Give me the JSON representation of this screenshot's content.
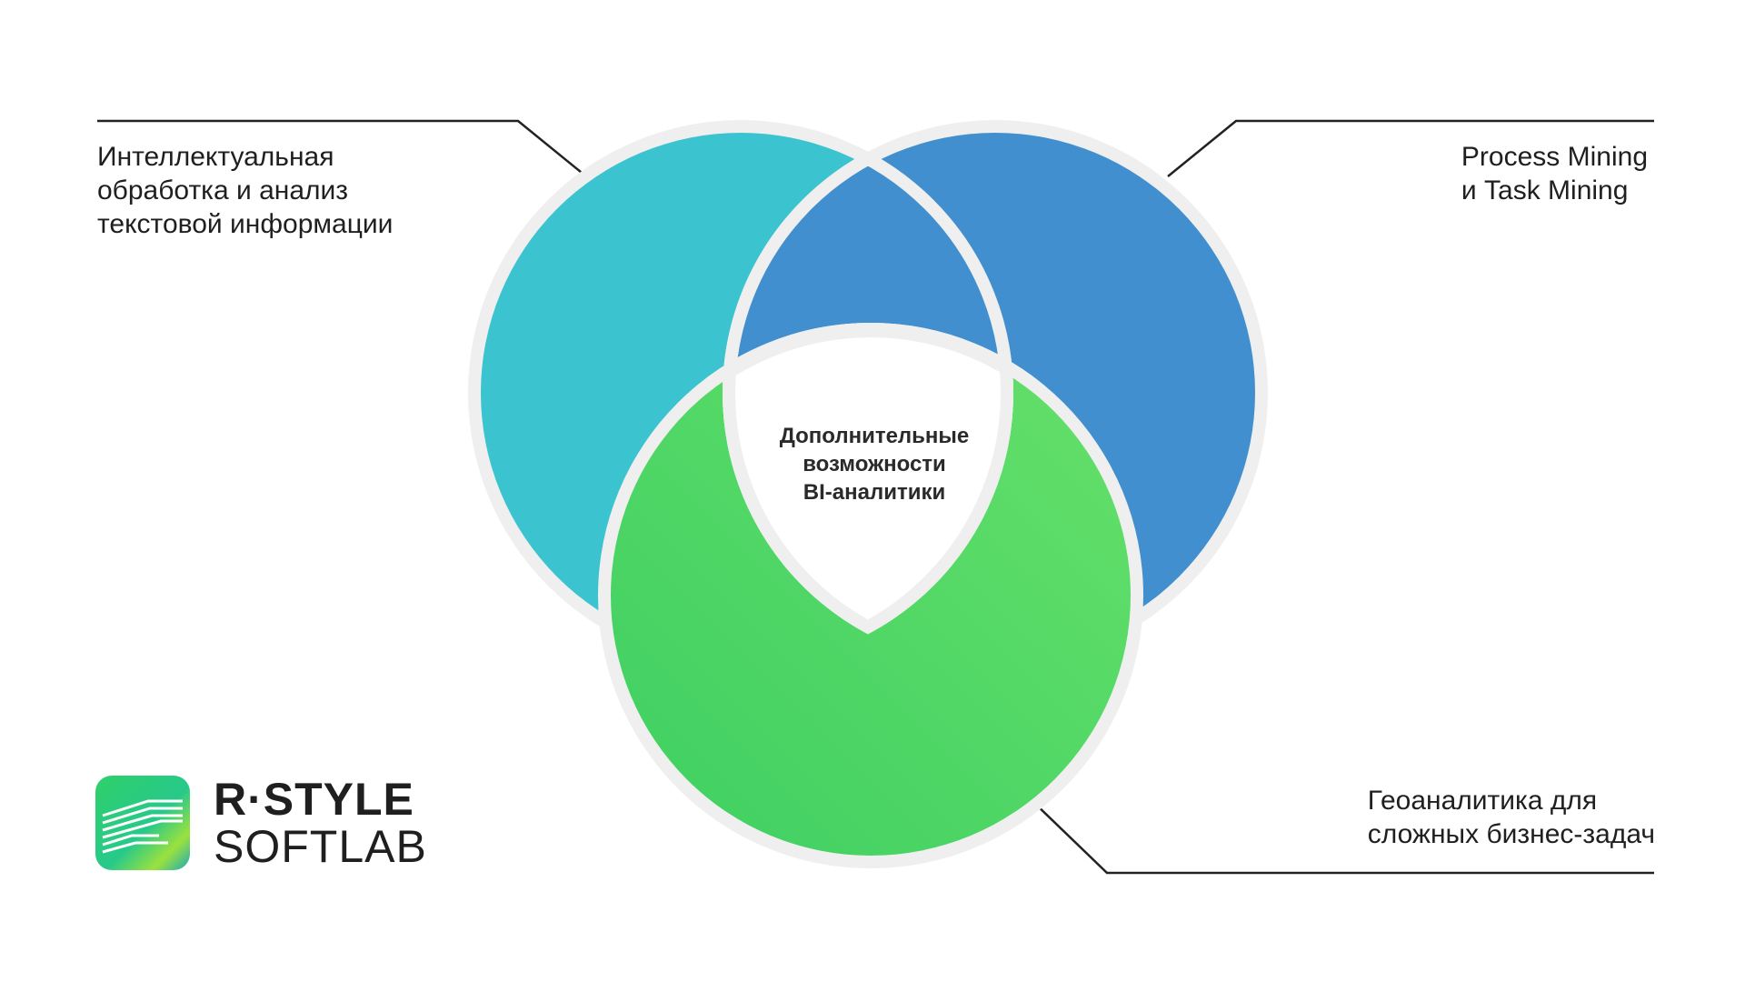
{
  "labels": {
    "left": [
      "Интеллектуальная",
      "обработка и анализ",
      "текстовой информации"
    ],
    "right": [
      "Process Mining",
      "и Task Mining"
    ],
    "bottom": [
      "Геоаналитика для",
      "сложных бизнес-задач"
    ]
  },
  "center": [
    "Дополнительные",
    "возможности",
    "BI-аналитики"
  ],
  "logo": {
    "line1": "R·STYLE",
    "line2": "SOFTLAB"
  },
  "colors": {
    "circle_left": "#3bc4d0",
    "circle_right": "#418fce",
    "circle_bottom_start": "#3ecf62",
    "circle_bottom_end": "#66e06a",
    "ring": "#efefef",
    "center": "#ffffff",
    "connector": "#222222",
    "text": "#1f1f1f"
  }
}
